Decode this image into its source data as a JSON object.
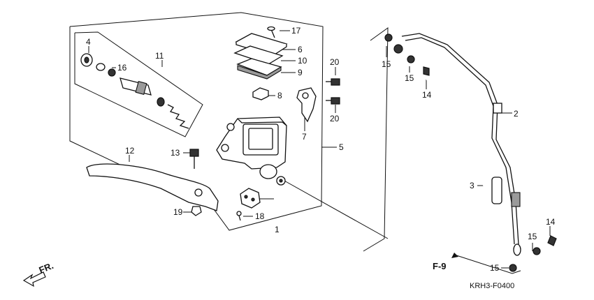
{
  "diagram": {
    "callouts": [
      {
        "id": "c1",
        "label": "1"
      },
      {
        "id": "c2",
        "label": "2"
      },
      {
        "id": "c3",
        "label": "3"
      },
      {
        "id": "c4",
        "label": "4"
      },
      {
        "id": "c5",
        "label": "5"
      },
      {
        "id": "c6",
        "label": "6"
      },
      {
        "id": "c7",
        "label": "7"
      },
      {
        "id": "c8",
        "label": "8"
      },
      {
        "id": "c9",
        "label": "9"
      },
      {
        "id": "c10",
        "label": "10"
      },
      {
        "id": "c11",
        "label": "11"
      },
      {
        "id": "c12",
        "label": "12"
      },
      {
        "id": "c13",
        "label": "13"
      },
      {
        "id": "c14a",
        "label": "14"
      },
      {
        "id": "c14b",
        "label": "14"
      },
      {
        "id": "c15a",
        "label": "15"
      },
      {
        "id": "c15b",
        "label": "15"
      },
      {
        "id": "c15c",
        "label": "15"
      },
      {
        "id": "c15d",
        "label": "15"
      },
      {
        "id": "c16",
        "label": "16"
      },
      {
        "id": "c17",
        "label": "17"
      },
      {
        "id": "c18",
        "label": "18"
      },
      {
        "id": "c19",
        "label": "19"
      },
      {
        "id": "c20a",
        "label": "20"
      },
      {
        "id": "c20b",
        "label": "20"
      }
    ],
    "reference": "F-9",
    "direction_label": "FR.",
    "figure_code": "KRH3-F0400"
  }
}
